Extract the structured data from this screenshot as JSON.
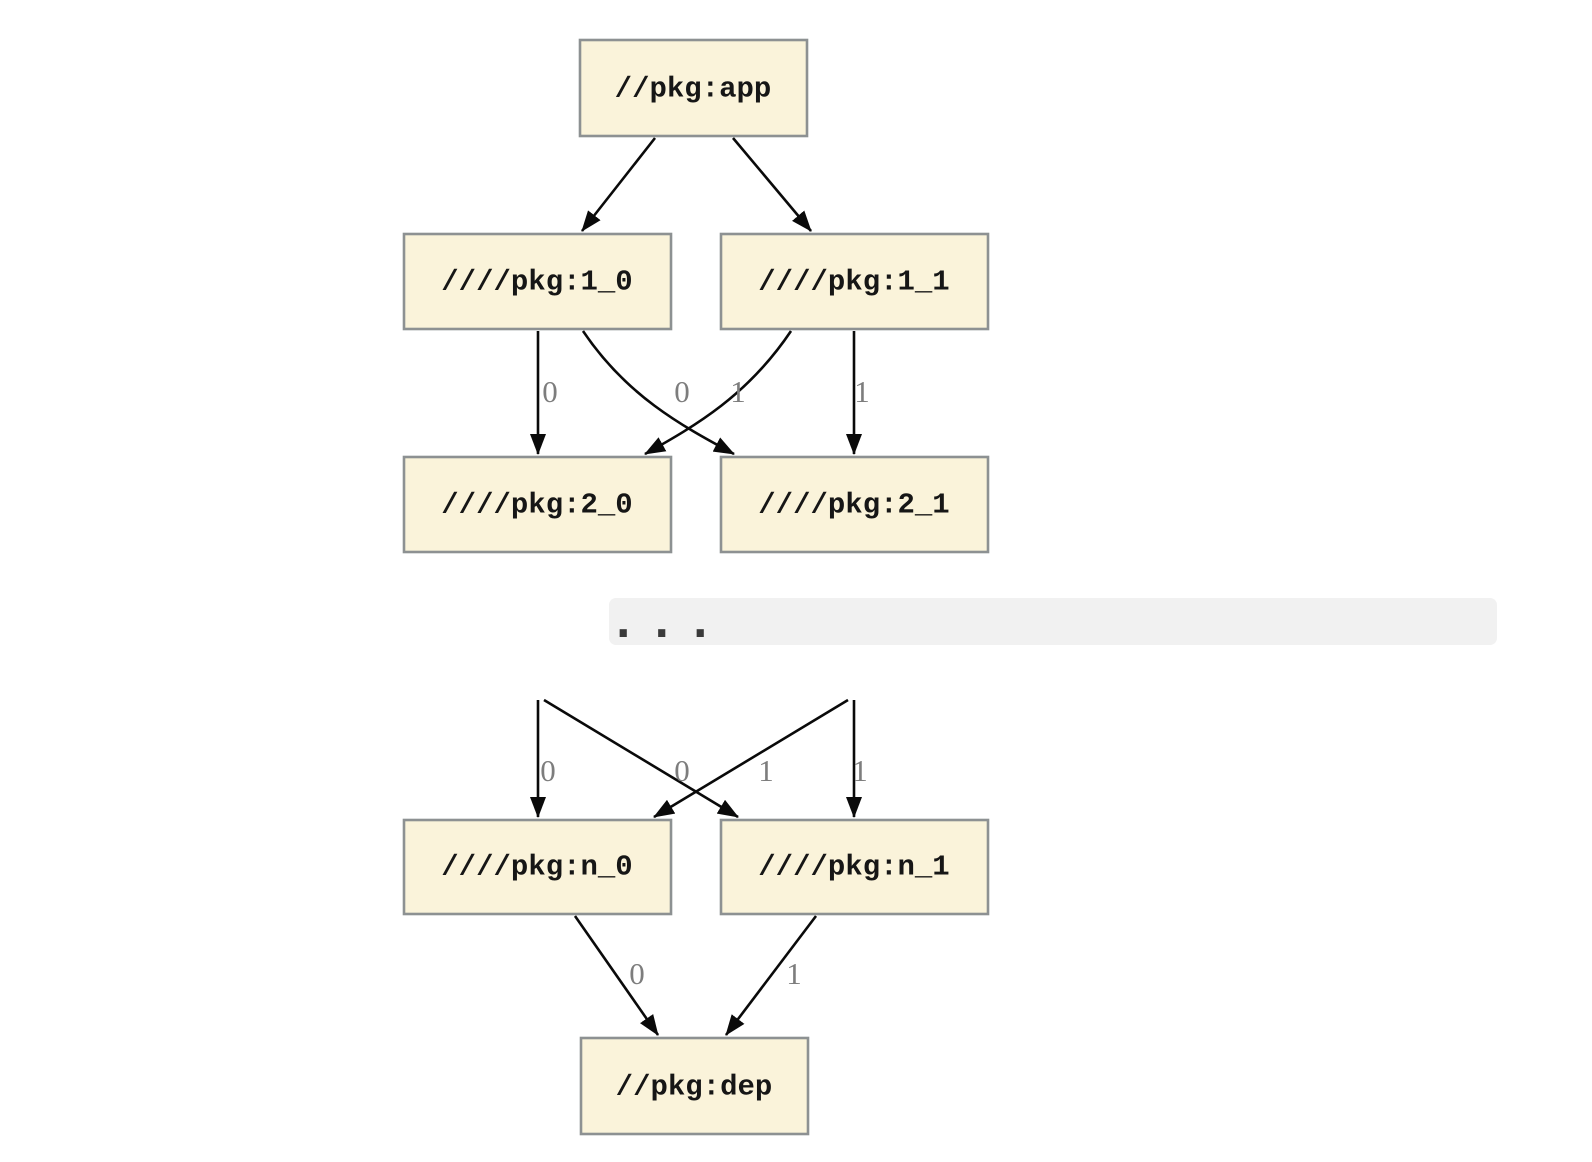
{
  "diagram": {
    "kind": "build-dependency-graph",
    "colors": {
      "node_fill": "#faf3da",
      "node_border": "#8d9192",
      "edge": "#0a0a0a",
      "edge_label": "#7d7d7d",
      "truncation_bar": "#f1f1f1",
      "background": "#ffffff"
    },
    "nodes": [
      {
        "id": "app",
        "label": "//pkg:app"
      },
      {
        "id": "1_0",
        "label": "////pkg:1_0"
      },
      {
        "id": "1_1",
        "label": "////pkg:1_1"
      },
      {
        "id": "2_0",
        "label": "////pkg:2_0"
      },
      {
        "id": "2_1",
        "label": "////pkg:2_1"
      },
      {
        "id": "n_0",
        "label": "////pkg:n_0"
      },
      {
        "id": "n_1",
        "label": "////pkg:n_1"
      },
      {
        "id": "dep",
        "label": "//pkg:dep"
      }
    ],
    "ellipsis": "...",
    "edges": [
      {
        "from": "//pkg:app",
        "to": "////pkg:1_0",
        "label": ""
      },
      {
        "from": "//pkg:app",
        "to": "////pkg:1_1",
        "label": ""
      },
      {
        "from": "////pkg:1_0",
        "to": "////pkg:2_0",
        "label": "0"
      },
      {
        "from": "////pkg:1_0",
        "to": "////pkg:2_1",
        "label": "1"
      },
      {
        "from": "////pkg:1_1",
        "to": "////pkg:2_0",
        "label": "0"
      },
      {
        "from": "////pkg:1_1",
        "to": "////pkg:2_1",
        "label": "1"
      },
      {
        "from": "...",
        "to": "////pkg:n_0",
        "label": "0"
      },
      {
        "from": "...",
        "to": "////pkg:n_1",
        "label": "1"
      },
      {
        "from": "...",
        "to": "////pkg:n_0",
        "label": "0"
      },
      {
        "from": "...",
        "to": "////pkg:n_1",
        "label": "1"
      },
      {
        "from": "////pkg:n_0",
        "to": "//pkg:dep",
        "label": "0"
      },
      {
        "from": "////pkg:n_1",
        "to": "//pkg:dep",
        "label": "1"
      }
    ]
  }
}
